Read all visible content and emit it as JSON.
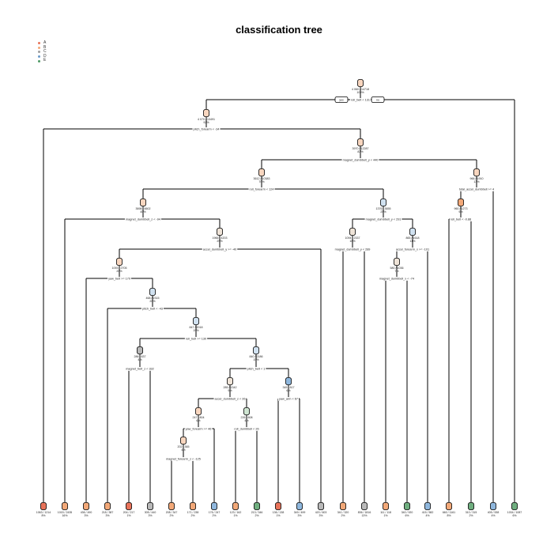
{
  "title": "classification tree",
  "legend": [
    {
      "label": "A",
      "color": "#e8735a"
    },
    {
      "label": "B",
      "color": "#f2a878"
    },
    {
      "label": "C",
      "color": "#9e9e9e"
    },
    {
      "label": "D",
      "color": "#6a9ac9"
    },
    {
      "label": "E",
      "color": "#4f9a66"
    }
  ],
  "colors": {
    "A": "#e8735a",
    "B": "#f2a878",
    "C": "#b9b9b9",
    "D": "#8fb7dd",
    "E": "#6fae7f",
    "lightB": "#f8d6bf",
    "lightD": "#d0e1f0",
    "lightE": "#cfe5d2",
    "pale": "#efe4d8"
  },
  "root_branch_labels": {
    "yes": "yes",
    "no": "no"
  },
  "splits": {
    "n1": {
      "rule": "roll_belt < 131",
      "counts": "4 060 / 14718",
      "pct": "100%"
    },
    "n2": {
      "rule": "pitch_forearm < -34",
      "counts": "4 070 / 13491",
      "pct": "92%"
    },
    "n3": {
      "rule": "magnet_dumbbell_y < 440",
      "counts": "3970 / 12287",
      "pct": "83%"
    },
    "n4": {
      "rule": "roll_forearm < 124",
      "counts": "3612 / 10383",
      "pct": "70%"
    },
    "n5": {
      "rule": "total_accel_dumbbell >= 4",
      "counts": "966 / 1910",
      "pct": "13%"
    },
    "n6": {
      "rule": "magnet_dumbbell_z < -94",
      "counts": "3698 / 6602",
      "pct": "45%"
    },
    "n7": {
      "rule": "magnet_dumbbell_y < 291",
      "counts": "1376 / 3655",
      "pct": "25%"
    },
    "n8": {
      "rule": "roll_belt < -0.88",
      "counts": "960 / 1273",
      "pct": "9%"
    },
    "n9": {
      "rule": "accel_dumbbell_y >= -40",
      "counts": "1966 / 4203",
      "pct": "29%"
    },
    "n10": {
      "rule": "magnet_dumbbell_y < 289",
      "counts": "1094 / 2337",
      "pct": "16%"
    },
    "n11": {
      "rule": "accel_forearm_x >= -101",
      "counts": "865 / 1618",
      "pct": "11%"
    },
    "n12": {
      "rule": "yaw_belt >= 170",
      "counts": "1093 / 2705",
      "pct": "20%"
    },
    "n13": {
      "rule": "magnet_dumbbell_x < -74",
      "counts": "580 / 1036",
      "pct": "7%"
    },
    "n14": {
      "rule": "pitch_belt < -43",
      "counts": "468 / 2315",
      "pct": "20%"
    },
    "n15": {
      "rule": "roll_belt >= 130",
      "counts": "847 / 2018",
      "pct": "19%"
    },
    "n16": {
      "rule": "magnet_belt_z < 332",
      "counts": "286 / 637",
      "pct": "4%"
    },
    "n17": {
      "rule": "pitch_belt < 1",
      "counts": "840 / 2186",
      "pct": "15%"
    },
    "n18": {
      "rule": "accel_dumbbell_z < 26",
      "counts": "285 / 1342",
      "pct": "9%"
    },
    "n19": {
      "rule": "yaw_arm < 67",
      "counts": "345 / 817",
      "pct": "6%"
    },
    "n20": {
      "rule": "yaw_forearm >= 46",
      "counts": "247 / 804",
      "pct": "6%"
    },
    "n21": {
      "rule": "roll_dumbbell < 26",
      "counts": "226 / 608",
      "pct": "4%"
    },
    "n22": {
      "rule": "magnet_forearm_z < -125",
      "counts": "202 / 365",
      "pct": "4%"
    }
  },
  "leaves": [
    {
      "counts": "1063 / 1214",
      "pct": "8%"
    },
    {
      "counts": "1015 / 2435",
      "pct": "16%"
    },
    {
      "counts": "436 / 490",
      "pct": "3%"
    },
    {
      "counts": "218 / 387",
      "pct": "3%"
    },
    {
      "counts": "204 / 217",
      "pct": "1%"
    },
    {
      "counts": "305 / 440",
      "pct": "3%"
    },
    {
      "counts": "208 / 347",
      "pct": "2%"
    },
    {
      "counts": "171 / 238",
      "pct": "2%"
    },
    {
      "counts": "176 / 247",
      "pct": "2%"
    },
    {
      "counts": "123 / 162",
      "pct": "1%"
    },
    {
      "counts": "213 / 346",
      "pct": "2%"
    },
    {
      "counts": "136 / 138",
      "pct": "1%"
    },
    {
      "counts": "349 / 499",
      "pct": "3%"
    },
    {
      "counts": "420 / 603",
      "pct": "3%"
    },
    {
      "counts": "341 / 320",
      "pct": "2%"
    },
    {
      "counts": "836 / 1816",
      "pct": "13%"
    },
    {
      "counts": "111 / 118",
      "pct": "1%"
    },
    {
      "counts": "340 / 920",
      "pct": "6%"
    },
    {
      "counts": "415 / 582",
      "pct": "4%"
    },
    {
      "counts": "660 / 1161",
      "pct": "8%"
    },
    {
      "counts": "310 / 315",
      "pct": "2%"
    },
    {
      "counts": "405 / 538",
      "pct": "4%"
    },
    {
      "counts": "1034 / 1087",
      "pct": "6%"
    }
  ]
}
